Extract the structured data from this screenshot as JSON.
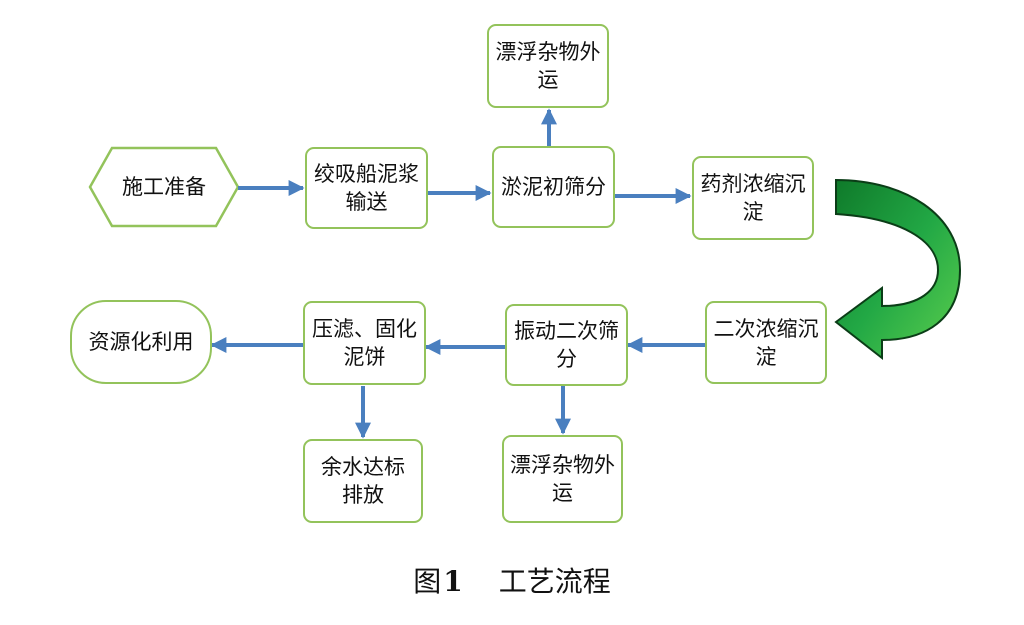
{
  "nodes": {
    "start": "施工准备",
    "dredge": "绞吸船泥浆输送",
    "screen1": "淤泥初筛分",
    "float1": "漂浮杂物外运",
    "dose": "药剂浓缩沉淀",
    "conc2": "二次浓缩沉淀",
    "vibrate": "振动二次筛分",
    "float2": "漂浮杂物外运",
    "press": "压滤、固化泥饼",
    "water": "余水达标排放",
    "reuse": "资源化利用"
  },
  "caption": {
    "label": "图",
    "number": "1",
    "title": "工艺流程"
  },
  "colors": {
    "node_border": "#93c35b",
    "arrow": "#4a7fbf",
    "big_arrow": "#1e9b3a"
  }
}
